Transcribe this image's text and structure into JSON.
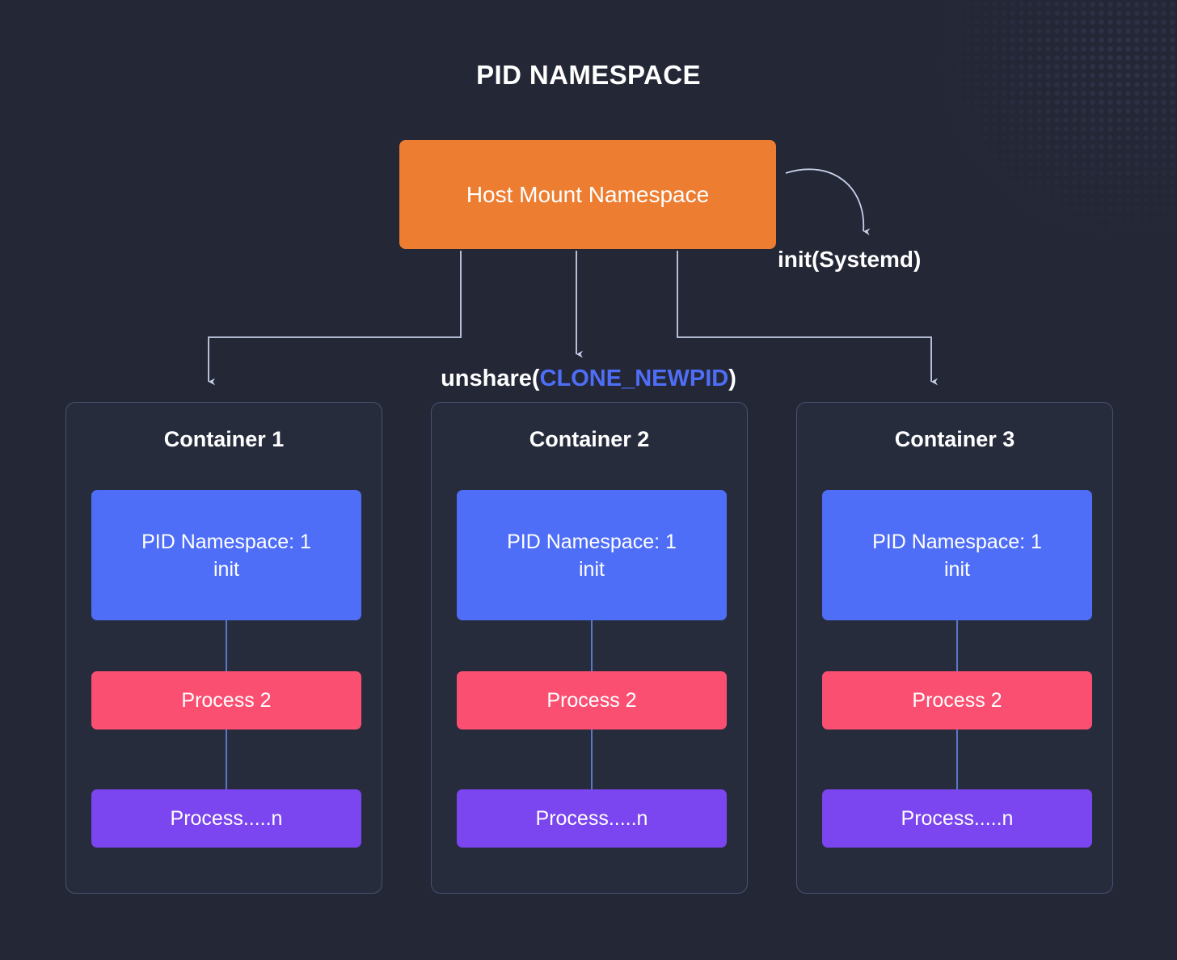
{
  "title": "PID NAMESPACE",
  "host": {
    "label": "Host Mount Namespace",
    "color": "#ed7d31"
  },
  "init_annotation": {
    "label": "init(Systemd)",
    "icon": "curved-arrow-icon"
  },
  "unshare_annotation": {
    "prefix": "unshare(",
    "keyword": "CLONE_NEWPID",
    "suffix": ")",
    "keyword_color": "#4f6ef7",
    "text_color": "#ffffff"
  },
  "containers": [
    {
      "title": "Container 1",
      "nodes": [
        {
          "label": "PID Namespace: 1\ninit",
          "color": "#4f6ef7",
          "role": "pid-namespace-init"
        },
        {
          "label": "Process 2",
          "color": "#fb4f72",
          "role": "process-2"
        },
        {
          "label": "Process.....n",
          "color": "#7b45ef",
          "role": "process-n"
        }
      ]
    },
    {
      "title": "Container 2",
      "nodes": [
        {
          "label": "PID Namespace: 1\ninit",
          "color": "#4f6ef7",
          "role": "pid-namespace-init"
        },
        {
          "label": "Process 2",
          "color": "#fb4f72",
          "role": "process-2"
        },
        {
          "label": "Process.....n",
          "color": "#7b45ef",
          "role": "process-n"
        }
      ]
    },
    {
      "title": "Container 3",
      "nodes": [
        {
          "label": "PID Namespace: 1\ninit",
          "color": "#4f6ef7",
          "role": "pid-namespace-init"
        },
        {
          "label": "Process 2",
          "color": "#fb4f72",
          "role": "process-2"
        },
        {
          "label": "Process.....n",
          "color": "#7b45ef",
          "role": "process-n"
        }
      ]
    }
  ],
  "theme": {
    "background": "#232736",
    "card_fill": "#272c3d",
    "card_border": "#495070",
    "connector": "#c7cfe8",
    "inner_link": "#5a78c8",
    "text": "#ffffff"
  }
}
